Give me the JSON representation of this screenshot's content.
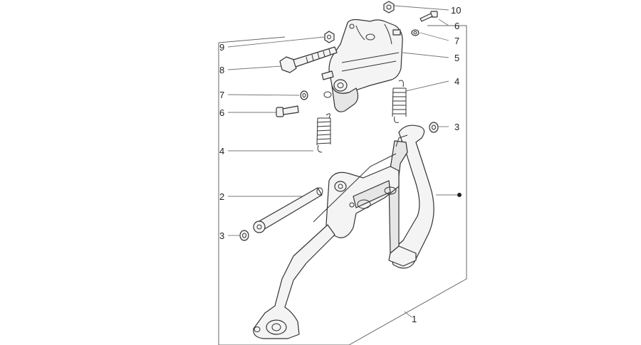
{
  "callouts": [
    {
      "id": "c10",
      "text": "10"
    },
    {
      "id": "c6a",
      "text": "6"
    },
    {
      "id": "c7a",
      "text": "7"
    },
    {
      "id": "c5",
      "text": "5"
    },
    {
      "id": "c4a",
      "text": "4"
    },
    {
      "id": "c9",
      "text": "9"
    },
    {
      "id": "c8",
      "text": "8"
    },
    {
      "id": "c7b",
      "text": "7"
    },
    {
      "id": "c6b",
      "text": "6"
    },
    {
      "id": "c4b",
      "text": "4"
    },
    {
      "id": "c3a",
      "text": "3"
    },
    {
      "id": "c2",
      "text": "2"
    },
    {
      "id": "c3b",
      "text": "3"
    },
    {
      "id": "c1",
      "text": "1"
    }
  ]
}
